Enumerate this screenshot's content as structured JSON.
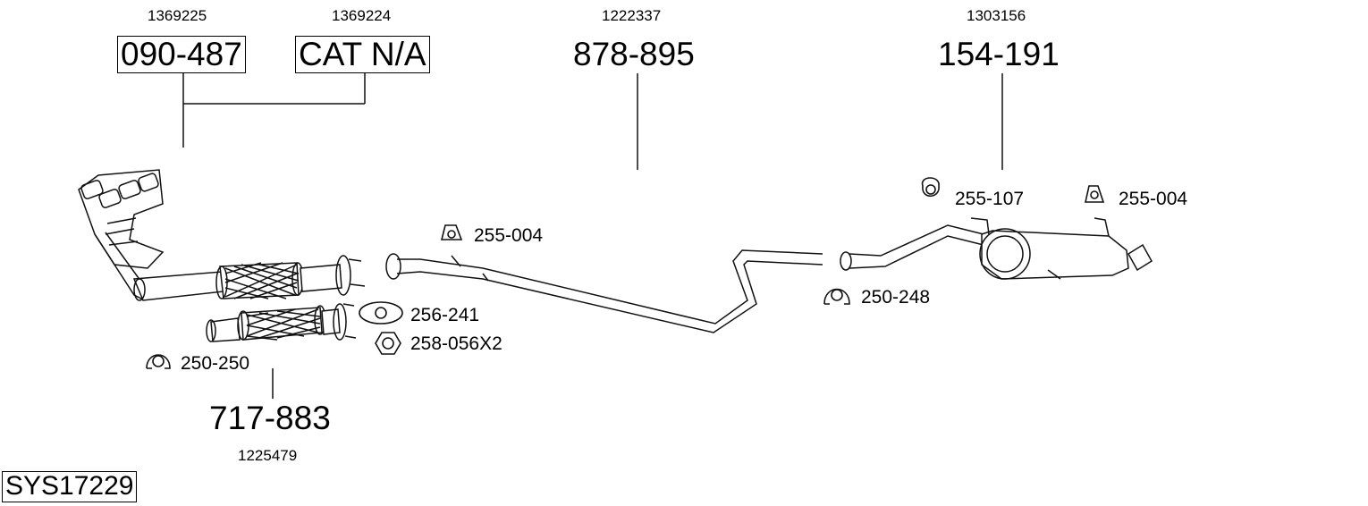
{
  "diagram": {
    "system_code": "SYS17229",
    "main_parts": [
      {
        "ref": "1369225",
        "number": "090-487",
        "boxed": true
      },
      {
        "ref": "1369224",
        "number": "CAT N/A",
        "boxed": true
      },
      {
        "ref": "1222337",
        "number": "878-895",
        "boxed": false
      },
      {
        "ref": "1303156",
        "number": "154-191",
        "boxed": false
      },
      {
        "ref": "1225479",
        "number": "717-883",
        "boxed": false
      }
    ],
    "fittings": [
      {
        "number": "255-004",
        "icon": "hanger-icon"
      },
      {
        "number": "256-241",
        "icon": "gasket-icon"
      },
      {
        "number": "258-056X2",
        "icon": "nut-icon"
      },
      {
        "number": "250-250",
        "icon": "clamp-icon"
      },
      {
        "number": "250-248",
        "icon": "clamp-icon"
      },
      {
        "number": "255-107",
        "icon": "hanger-icon"
      },
      {
        "number": "255-004",
        "icon": "hanger-icon"
      }
    ]
  }
}
